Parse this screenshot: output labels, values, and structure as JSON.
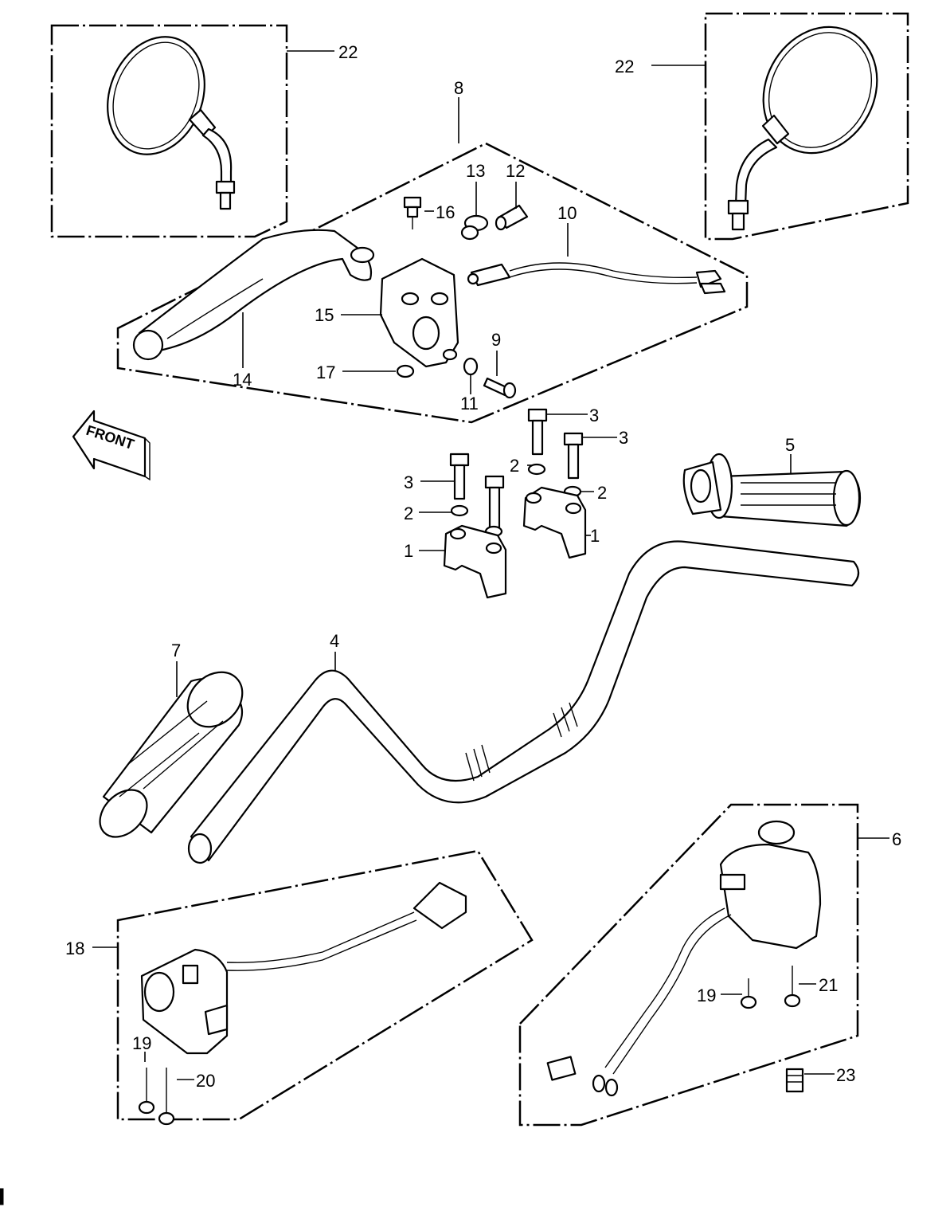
{
  "diagram": {
    "front_arrow_text": "FRONT",
    "callouts": [
      {
        "id": "c1a",
        "text": "1"
      },
      {
        "id": "c1b",
        "text": "1"
      },
      {
        "id": "c2a",
        "text": "2"
      },
      {
        "id": "c2b",
        "text": "2"
      },
      {
        "id": "c2c",
        "text": "2"
      },
      {
        "id": "c3a",
        "text": "3"
      },
      {
        "id": "c3b",
        "text": "3"
      },
      {
        "id": "c3c",
        "text": "3"
      },
      {
        "id": "c4",
        "text": "4"
      },
      {
        "id": "c5",
        "text": "5"
      },
      {
        "id": "c6",
        "text": "6"
      },
      {
        "id": "c7",
        "text": "7"
      },
      {
        "id": "c8",
        "text": "8"
      },
      {
        "id": "c9",
        "text": "9"
      },
      {
        "id": "c10",
        "text": "10"
      },
      {
        "id": "c11",
        "text": "11"
      },
      {
        "id": "c12",
        "text": "12"
      },
      {
        "id": "c13",
        "text": "13"
      },
      {
        "id": "c14",
        "text": "14"
      },
      {
        "id": "c15",
        "text": "15"
      },
      {
        "id": "c16",
        "text": "16"
      },
      {
        "id": "c17",
        "text": "17"
      },
      {
        "id": "c18",
        "text": "18"
      },
      {
        "id": "c19a",
        "text": "19"
      },
      {
        "id": "c19b",
        "text": "19"
      },
      {
        "id": "c20",
        "text": "20"
      },
      {
        "id": "c21",
        "text": "21"
      },
      {
        "id": "c22a",
        "text": "22"
      },
      {
        "id": "c22b",
        "text": "22"
      },
      {
        "id": "c23",
        "text": "23"
      }
    ]
  }
}
